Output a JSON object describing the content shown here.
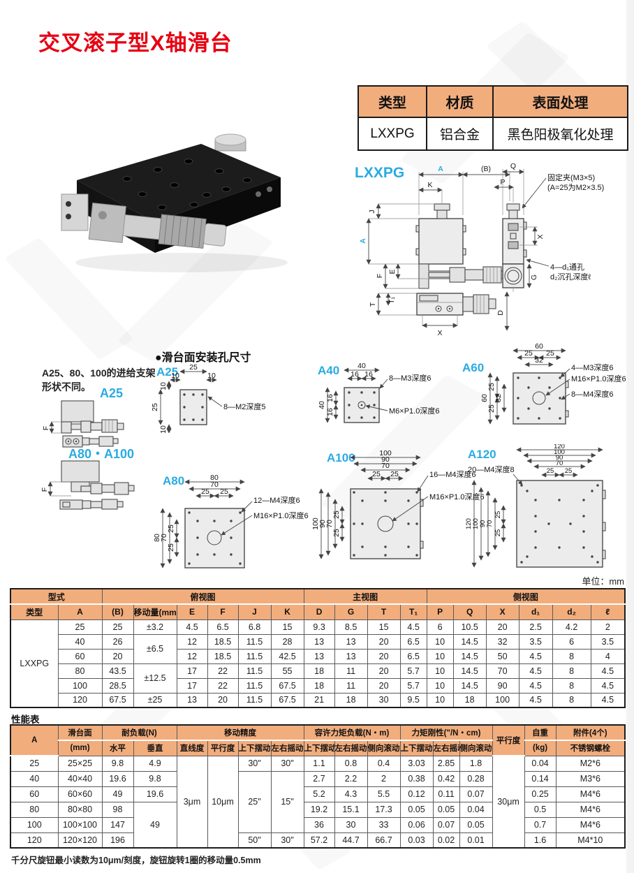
{
  "page": {
    "title": "交叉滚子型X轴滑台",
    "unit_label": "单位：mm",
    "perf_title": "性能表",
    "footnote": "千分尺旋钮最小读数为10μm/刻度，旋钮旋转1圈的移动量0.5mm"
  },
  "colors": {
    "accent_orange": "#F2AD7D",
    "accent_cyan": "#29ABE2",
    "title_red": "#E60012"
  },
  "spec_table": {
    "headers": [
      "类型",
      "材质",
      "表面处理"
    ],
    "row": [
      "LXXPG",
      "铝合金",
      "黑色阳极氧化处理"
    ]
  },
  "drawing": {
    "label": "LXXPG",
    "dims": {
      "A_top": "A",
      "B": "(B)",
      "K": "K",
      "J": "J",
      "A_left": "A",
      "F": "F",
      "E": "E",
      "Q": "Q",
      "P": "P",
      "X_side": "X",
      "T": "T",
      "T1": "T₁",
      "X_bottom": "X",
      "G": "G",
      "D": "D"
    },
    "notes": {
      "clamp1": "固定夹(M3×5)",
      "clamp2": "(A=25为M2×3.5)",
      "hole1": "4—d₁通孔",
      "hole2": "d₂沉孔深度ℓ"
    }
  },
  "feed_note": {
    "line1": "A25、80、100的进给支架",
    "line2": "形状不同。",
    "label_a25": "A25",
    "label_a80": "A80・A100",
    "dim": "F"
  },
  "mount": {
    "section_title": "●滑台面安装孔尺寸",
    "a25": {
      "label": "A25",
      "top": [
        "25",
        "10",
        "10"
      ],
      "left": [
        "10",
        "25",
        "10"
      ],
      "ann": [
        "8—M2深度5"
      ]
    },
    "a40": {
      "label": "A40",
      "top": [
        "40",
        "16",
        "16"
      ],
      "left": [
        "40",
        "16",
        "16"
      ],
      "ann": [
        "8—M3深度6",
        "M6×P1.0深度6"
      ]
    },
    "a60": {
      "label": "A60",
      "top": [
        "60",
        "25",
        "25",
        "32"
      ],
      "left": [
        "60",
        "25",
        "25",
        "32"
      ],
      "ann": [
        "4—M3深度6",
        "M16×P1.0深度6",
        "8—M4深度6"
      ]
    },
    "a80": {
      "label": "A80",
      "top": [
        "80",
        "70",
        "25",
        "25"
      ],
      "left": [
        "80",
        "70",
        "25",
        "25"
      ],
      "ann": [
        "12—M4深度6",
        "M16×P1.0深度6"
      ]
    },
    "a100": {
      "label": "A100",
      "top": [
        "100",
        "90",
        "70",
        "25",
        "25"
      ],
      "left": [
        "100",
        "90",
        "70",
        "25",
        "25"
      ],
      "ann": [
        "16—M4深度6",
        "M16×P1.0深度6"
      ]
    },
    "a120": {
      "label": "A120",
      "top": [
        "120",
        "100",
        "90",
        "70",
        "25",
        "25"
      ],
      "left": [
        "120",
        "100",
        "90",
        "70",
        "25",
        "25"
      ],
      "ann": [
        "20—M4深度8"
      ]
    }
  },
  "dim_table": {
    "group_headers": [
      "型式",
      "俯视图",
      "主视图",
      "侧视图"
    ],
    "col_headers": [
      "类型",
      "A",
      "(B)",
      "移动量(mm)",
      "E",
      "F",
      "J",
      "K",
      "D",
      "G",
      "T",
      "T₁",
      "P",
      "Q",
      "X",
      "d₁",
      "d₂",
      "ℓ"
    ],
    "type_label": "LXXPG",
    "merged_moves": {
      "m40_60": "±6.5",
      "m80_100": "±12.5"
    },
    "rows": [
      {
        "A": "25",
        "B": "25",
        "move": "±3.2",
        "E": "4.5",
        "F": "6.5",
        "J": "6.8",
        "K": "15",
        "D": "9.3",
        "G": "8.5",
        "T": "15",
        "T1": "4.5",
        "P": "6",
        "Q": "10.5",
        "X": "20",
        "d1": "2.5",
        "d2": "4.2",
        "l": "2"
      },
      {
        "A": "40",
        "B": "26",
        "E": "12",
        "F": "18.5",
        "J": "11.5",
        "K": "28",
        "D": "13",
        "G": "13",
        "T": "20",
        "T1": "6.5",
        "P": "10",
        "Q": "14.5",
        "X": "32",
        "d1": "3.5",
        "d2": "6",
        "l": "3.5"
      },
      {
        "A": "60",
        "B": "20",
        "E": "12",
        "F": "18.5",
        "J": "11.5",
        "K": "42.5",
        "D": "13",
        "G": "13",
        "T": "20",
        "T1": "6.5",
        "P": "10",
        "Q": "14.5",
        "X": "50",
        "d1": "4.5",
        "d2": "8",
        "l": "4"
      },
      {
        "A": "80",
        "B": "43.5",
        "E": "17",
        "F": "22",
        "J": "11.5",
        "K": "55",
        "D": "18",
        "G": "11",
        "T": "20",
        "T1": "5.7",
        "P": "10",
        "Q": "14.5",
        "X": "70",
        "d1": "4.5",
        "d2": "8",
        "l": "4.5"
      },
      {
        "A": "100",
        "B": "28.5",
        "E": "17",
        "F": "22",
        "J": "11.5",
        "K": "67.5",
        "D": "18",
        "G": "11",
        "T": "20",
        "T1": "5.7",
        "P": "10",
        "Q": "14.5",
        "X": "90",
        "d1": "4.5",
        "d2": "8",
        "l": "4.5"
      },
      {
        "A": "120",
        "B": "67.5",
        "move": "±25",
        "E": "13",
        "F": "20",
        "J": "11.5",
        "K": "67.5",
        "D": "21",
        "G": "18",
        "T": "30",
        "T1": "9.5",
        "P": "10",
        "Q": "18",
        "X": "100",
        "d1": "4.5",
        "d2": "8",
        "l": "4.5"
      }
    ]
  },
  "perf_table": {
    "h1": [
      "A",
      "滑台面",
      "耐负载(N)",
      "移动精度",
      "容许力矩负载(N・m)",
      "力矩刚性(\"/N・cm)",
      "平行度",
      "自重",
      "附件(4个)"
    ],
    "h2": [
      "(mm)",
      "水平",
      "垂直",
      "直线度",
      "平行度",
      "上下摆动",
      "左右摇动",
      "上下摆动",
      "左右摇动",
      "侧向滚动",
      "上下摆动",
      "左右摇动",
      "侧向滚动",
      "(kg)",
      "不锈钢螺栓"
    ],
    "merged": {
      "vert": "49",
      "straightness": "3μm",
      "parallel": "10μm",
      "ud": "25\"",
      "lr": "15\"",
      "parallelism": "30μm"
    },
    "rows": [
      {
        "A": "25",
        "surface": "25×25",
        "horiz": "9.8",
        "vert": "4.9",
        "ud": "30\"",
        "lr": "30\"",
        "m_ud": "1.1",
        "m_lr": "0.8",
        "m_side": "0.4",
        "r_ud": "3.03",
        "r_lr": "2.85",
        "r_side": "1.8",
        "weight": "0.04",
        "bolt": "M2*6"
      },
      {
        "A": "40",
        "surface": "40×40",
        "horiz": "19.6",
        "vert": "9.8",
        "m_ud": "2.7",
        "m_lr": "2.2",
        "m_side": "2",
        "r_ud": "0.38",
        "r_lr": "0.42",
        "r_side": "0.28",
        "weight": "0.14",
        "bolt": "M3*6"
      },
      {
        "A": "60",
        "surface": "60×60",
        "horiz": "49",
        "vert": "19.6",
        "m_ud": "5.2",
        "m_lr": "4.3",
        "m_side": "5.5",
        "r_ud": "0.12",
        "r_lr": "0.11",
        "r_side": "0.07",
        "weight": "0.25",
        "bolt": "M4*6"
      },
      {
        "A": "80",
        "surface": "80×80",
        "horiz": "98",
        "m_ud": "19.2",
        "m_lr": "15.1",
        "m_side": "17.3",
        "r_ud": "0.05",
        "r_lr": "0.05",
        "r_side": "0.04",
        "weight": "0.5",
        "bolt": "M4*6"
      },
      {
        "A": "100",
        "surface": "100×100",
        "horiz": "147",
        "m_ud": "36",
        "m_lr": "30",
        "m_side": "33",
        "r_ud": "0.06",
        "r_lr": "0.07",
        "r_side": "0.05",
        "weight": "0.7",
        "bolt": "M4*6"
      },
      {
        "A": "120",
        "surface": "120×120",
        "horiz": "196",
        "ud": "50\"",
        "lr": "30\"",
        "m_ud": "57.2",
        "m_lr": "44.7",
        "m_side": "66.7",
        "r_ud": "0.03",
        "r_lr": "0.02",
        "r_side": "0.01",
        "weight": "1.6",
        "bolt": "M4*10"
      }
    ]
  }
}
